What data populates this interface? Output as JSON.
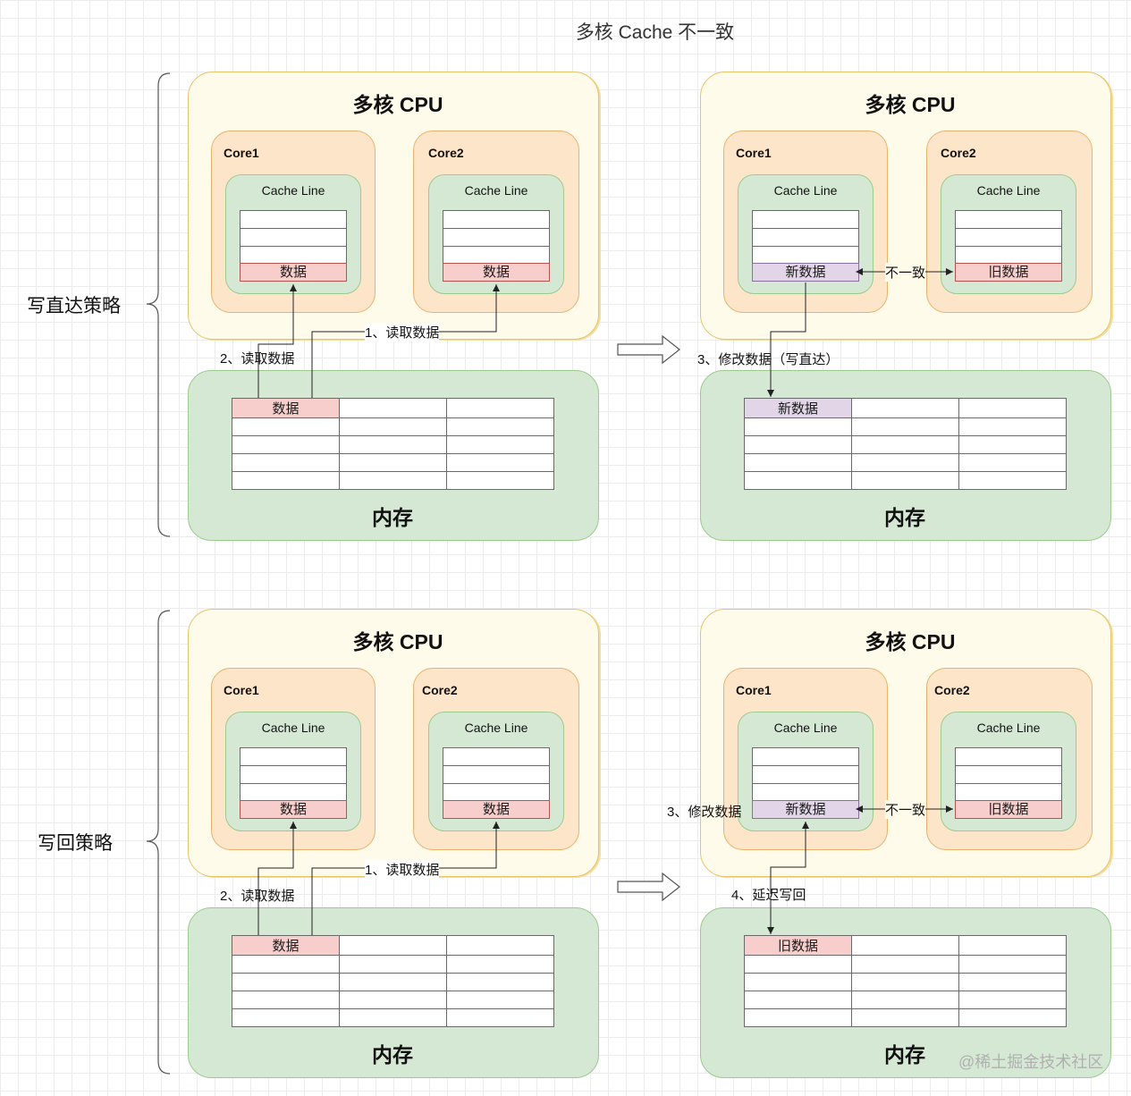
{
  "title": "多核 Cache 不一致",
  "watermark": "@稀土掘金技术社区",
  "strategies": [
    {
      "label": "写直达策略",
      "left": {
        "cpu_title": "多核 CPU",
        "core1": {
          "name": "Core1",
          "cache_line": "Cache Line",
          "data_cell": "数据"
        },
        "core2": {
          "name": "Core2",
          "cache_line": "Cache Line",
          "data_cell": "数据"
        },
        "memory_title": "内存",
        "memory_cell": "数据",
        "read_note_1": "1、读取数据",
        "read_note_2": "2、读取数据"
      },
      "right": {
        "cpu_title": "多核 CPU",
        "core1": {
          "name": "Core1",
          "cache_line": "Cache Line",
          "data_cell": "新数据"
        },
        "core2": {
          "name": "Core2",
          "cache_line": "Cache Line",
          "data_cell": "旧数据"
        },
        "inconsistent": "不一致",
        "modify_note": "3、修改数据（写直达）",
        "memory_title": "内存",
        "memory_cell": "新数据"
      }
    },
    {
      "label": "写回策略",
      "left": {
        "cpu_title": "多核 CPU",
        "core1": {
          "name": "Core1",
          "cache_line": "Cache Line",
          "data_cell": "数据"
        },
        "core2": {
          "name": "Core2",
          "cache_line": "Cache Line",
          "data_cell": "数据"
        },
        "memory_title": "内存",
        "memory_cell": "数据",
        "read_note_1": "1、读取数据",
        "read_note_2": "2、读取数据"
      },
      "right": {
        "cpu_title": "多核 CPU",
        "core1": {
          "name": "Core1",
          "cache_line": "Cache Line",
          "data_cell": "新数据"
        },
        "core2": {
          "name": "Core2",
          "cache_line": "Cache Line",
          "data_cell": "旧数据"
        },
        "inconsistent": "不一致",
        "modify_note": "3、修改数据",
        "writeback_note": "4、延迟写回",
        "memory_title": "内存",
        "memory_cell": "旧数据"
      }
    }
  ],
  "colors": {
    "cpu_fill": "#fffbeb",
    "core_fill": "#fde5c9",
    "cache_fill": "#d5e8d4",
    "old_data": "#f8cecc",
    "new_data": "#e1d5e7"
  }
}
